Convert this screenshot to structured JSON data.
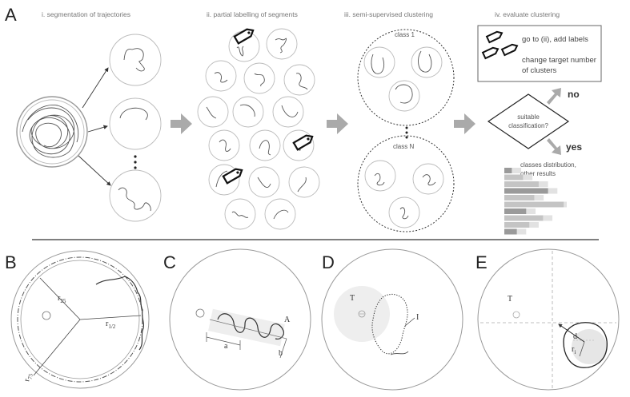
{
  "panel_a": {
    "letter": "A",
    "steps": {
      "step1": "i. segmentation of trajectories",
      "step2": "ii. partial labelling of segments",
      "step3": "iii. semi-supervised clustering",
      "step4": "iv. evaluate clustering"
    },
    "class_1": "class 1",
    "class_n": "class N",
    "evaluate_box": {
      "line1": "go to (ii), add labels",
      "line2": "change target number",
      "line3": "of clusters"
    },
    "decision": {
      "line1": "suitable",
      "line2": "classification?"
    },
    "no_label": "no",
    "yes_label": "yes",
    "results": {
      "line1": "classes distribution,",
      "line2": "other results"
    },
    "bar_fractions": [
      0.12,
      0.3,
      0.55,
      0.7,
      0.48,
      0.95,
      0.35,
      0.62,
      0.4,
      0.2
    ]
  },
  "panel_b": {
    "letter": "B",
    "r25": "r",
    "r25_sub": "25",
    "r12": "r",
    "r12_sub": "1/2",
    "r75": "r",
    "r75_sub": "75"
  },
  "panel_c": {
    "letter": "C",
    "a": "a",
    "b": "b",
    "A": "A"
  },
  "panel_d": {
    "letter": "D",
    "T": "T",
    "I": "I"
  },
  "panel_e": {
    "letter": "E",
    "T": "T",
    "d": "d",
    "ri": "r",
    "ri_sub": "i"
  }
}
